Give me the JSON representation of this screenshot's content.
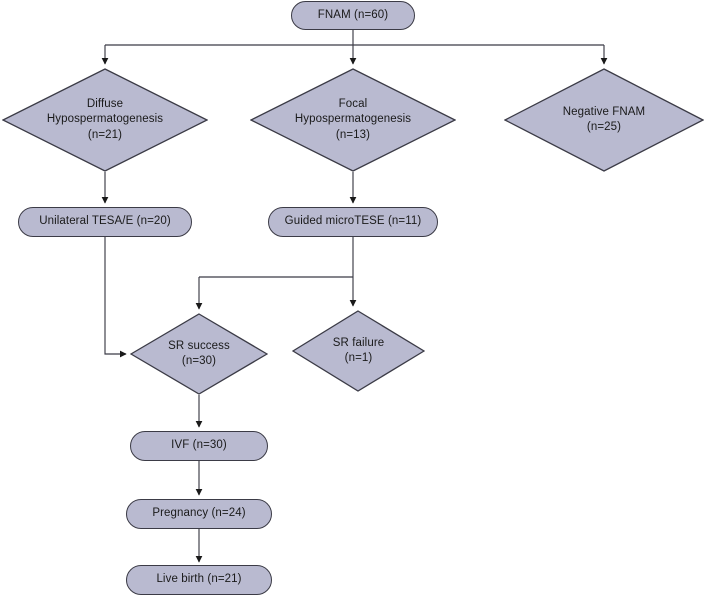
{
  "diagram": {
    "title": "FNAM diagnostic and sperm retrieval outcome flowchart",
    "colors": {
      "node_fill": "#b9bad0",
      "node_stroke": "#3b3b46",
      "edge_stroke": "#3b3b46",
      "text": "#1a1a1a",
      "background": "#ffffff"
    },
    "nodes": [
      {
        "id": "fnam",
        "shape": "rounded-rect",
        "label": "FNAM (n=60)"
      },
      {
        "id": "diffuse",
        "shape": "diamond",
        "label": "Diffuse\nHypospermatogenesis\n(n=21)"
      },
      {
        "id": "focal",
        "shape": "diamond",
        "label": "Focal\nHypospermatogenesis\n(n=13)"
      },
      {
        "id": "negative",
        "shape": "diamond",
        "label": "Negative FNAM\n(n=25)"
      },
      {
        "id": "tesa",
        "shape": "rounded-rect",
        "label": "Unilateral TESA/E (n=20)"
      },
      {
        "id": "microtese",
        "shape": "rounded-rect",
        "label": "Guided microTESE (n=11)"
      },
      {
        "id": "sr_success",
        "shape": "diamond",
        "label": "SR success\n(n=30)"
      },
      {
        "id": "sr_failure",
        "shape": "diamond",
        "label": "SR failure\n(n=1)"
      },
      {
        "id": "ivf",
        "shape": "rounded-rect",
        "label": "IVF (n=30)"
      },
      {
        "id": "pregnancy",
        "shape": "rounded-rect",
        "label": "Pregnancy (n=24)"
      },
      {
        "id": "livebirth",
        "shape": "rounded-rect",
        "label": "Live birth (n=21)"
      }
    ],
    "edges": [
      {
        "from": "fnam",
        "to": "diffuse"
      },
      {
        "from": "fnam",
        "to": "focal"
      },
      {
        "from": "fnam",
        "to": "negative"
      },
      {
        "from": "diffuse",
        "to": "tesa"
      },
      {
        "from": "focal",
        "to": "microtese"
      },
      {
        "from": "tesa",
        "to": "sr_success"
      },
      {
        "from": "microtese",
        "to": "sr_success"
      },
      {
        "from": "microtese",
        "to": "sr_failure"
      },
      {
        "from": "sr_success",
        "to": "ivf"
      },
      {
        "from": "ivf",
        "to": "pregnancy"
      },
      {
        "from": "pregnancy",
        "to": "livebirth"
      }
    ]
  }
}
